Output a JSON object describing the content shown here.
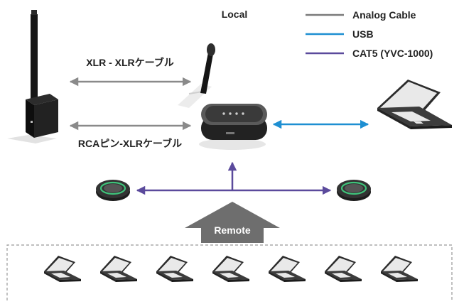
{
  "title": "Local",
  "legend": [
    {
      "label": "Analog Cable",
      "color": "#7a7a7a"
    },
    {
      "label": "USB",
      "color": "#1e8fd2"
    },
    {
      "label": "CAT5 (YVC-1000)",
      "color": "#5b4a9c"
    }
  ],
  "connections": {
    "xlr_label": "XLR - XLRケーブル",
    "rca_label": "RCAピン-XLRケーブル"
  },
  "remote": {
    "label": "Remote",
    "laptop_count": 7
  },
  "icons": [
    "speaker-icon",
    "microphone-icon",
    "conference-speakerphone-icon",
    "expansion-mic-icon",
    "laptop-icon"
  ]
}
